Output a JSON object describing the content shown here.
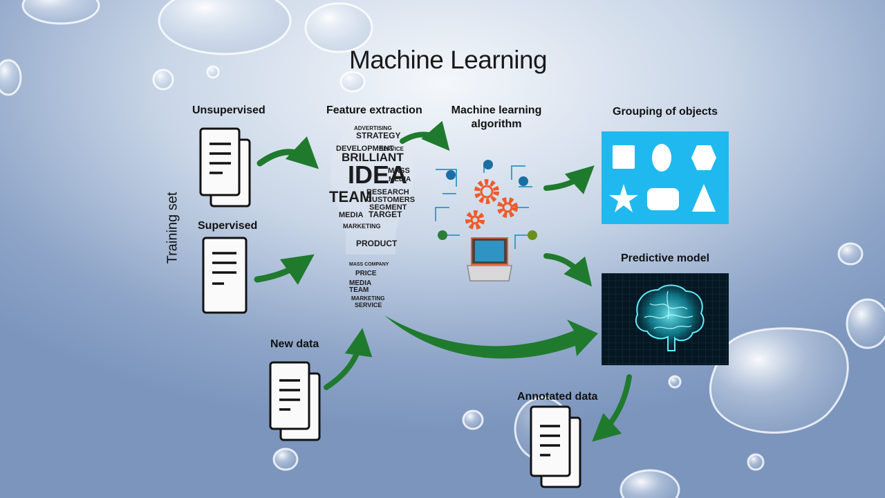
{
  "title": "Machine Learning",
  "labels": {
    "unsupervised": "Unsupervised",
    "supervised": "Supervised",
    "training_set": "Training set",
    "feature_extraction": "Feature extraction",
    "ml_algorithm_line1": "Machine learning",
    "ml_algorithm_line2": "algorithm",
    "grouping": "Grouping of objects",
    "predictive_model": "Predictive model",
    "new_data": "New data",
    "annotated_data": "Annotated data"
  },
  "bulb_words": {
    "advertising": "ADVERTISING",
    "strategy": "STRATEGY",
    "development": "DEVELOPMENT",
    "service": "SERVICE",
    "brilliant": "BRILLIANT",
    "idea": "IDEA",
    "mass": "MASS",
    "media": "MEDIA",
    "team": "TEAM",
    "research": "RESEARCH",
    "target": "TARGET",
    "customers": "CUSTOMERS",
    "segment": "SEGMENT",
    "product": "PRODUCT",
    "marketing": "MARKETING",
    "price": "PRICE",
    "company": "MASS COMPANY",
    "media2": "MEDIA",
    "team2": "TEAM",
    "marketing2": "MARKETING",
    "service2": "SERVICE"
  },
  "colors": {
    "arrow": "#1f7a2e",
    "grouping_panel": "#1fb9f0",
    "predictive_panel": "#061722",
    "gear": "#f05a28",
    "brain": "#3ee6f0"
  },
  "icons": [
    "document-icon",
    "lightbulb-word-cloud",
    "gears-laptop-icon",
    "shapes-icon",
    "brain-icon"
  ]
}
